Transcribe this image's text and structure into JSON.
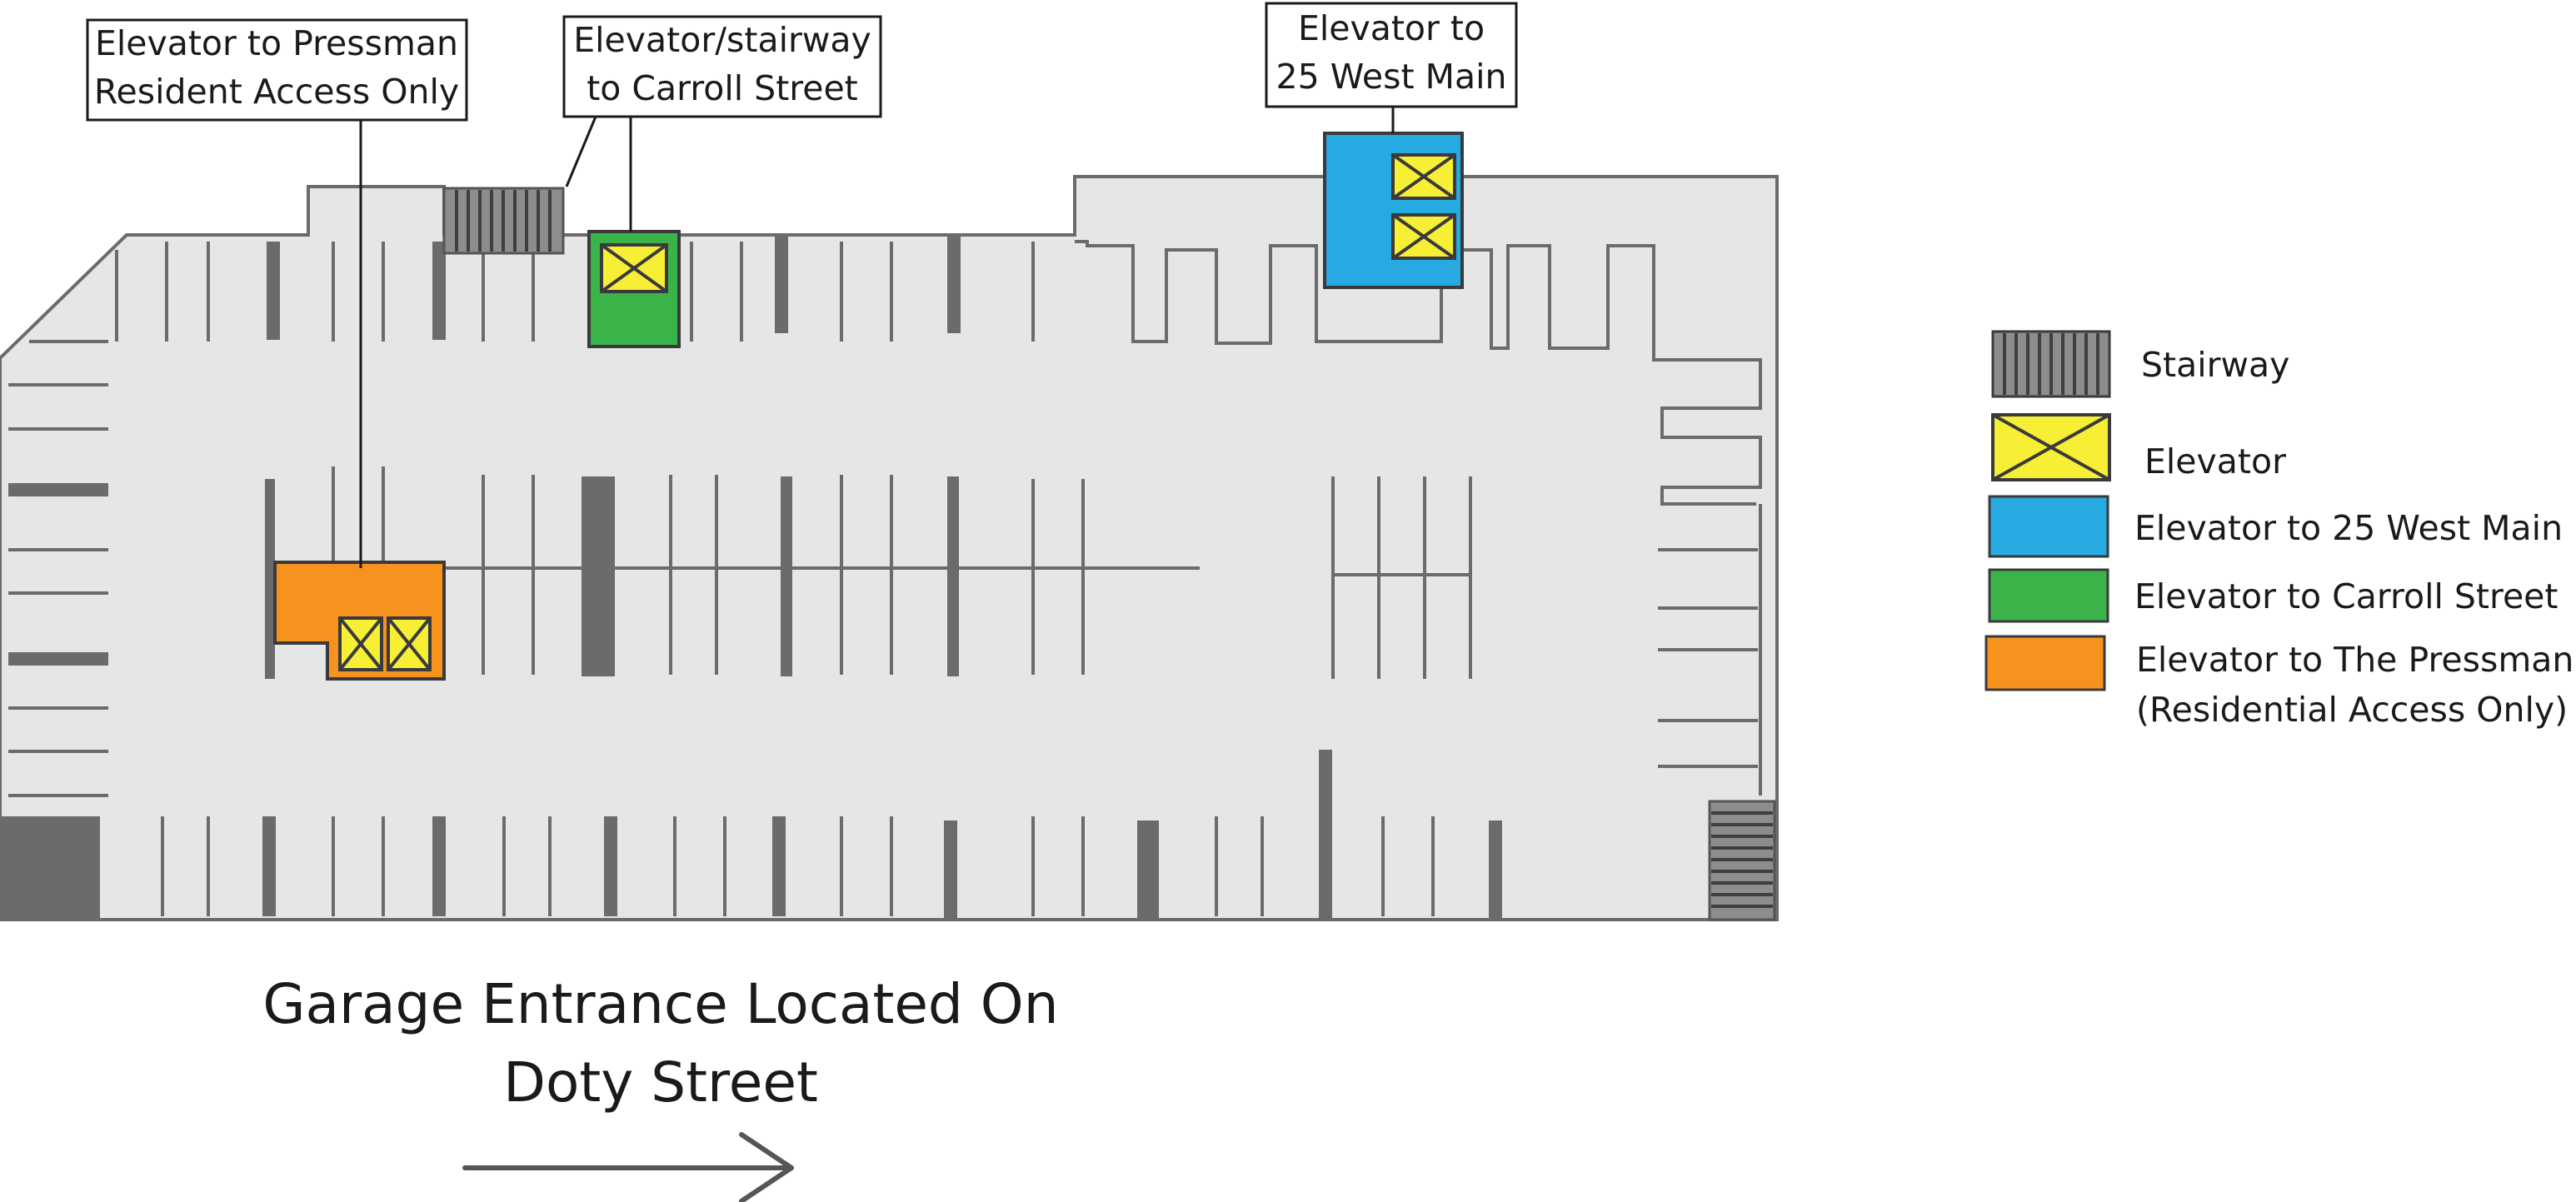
{
  "callouts": {
    "pressman": {
      "line1": "Elevator to Pressman",
      "line2": "Resident Access Only"
    },
    "carroll": {
      "line1": "Elevator/stairway",
      "line2": "to Carroll Street"
    },
    "west_main": {
      "line1": "Elevator to",
      "line2": "25 West Main"
    }
  },
  "legend": {
    "stairway": "Stairway",
    "elevator": "Elevator",
    "west_main": "Elevator to 25 West Main",
    "carroll": "Elevator to Carroll Street",
    "pressman_line1": "Elevator to The Pressman",
    "pressman_line2": "(Residential Access Only)"
  },
  "entrance": {
    "line1": "Garage Entrance Located On",
    "line2": "Doty Street"
  },
  "colors": {
    "floor": "#e6e6e7",
    "outline": "#6b6b6d",
    "stall_divider": "#6b6b6d",
    "stairway": "#8d8d90",
    "elevator": "#f6ef35",
    "west_main": "#27a9e1",
    "carroll": "#3ab449",
    "pressman": "#f6921e"
  }
}
